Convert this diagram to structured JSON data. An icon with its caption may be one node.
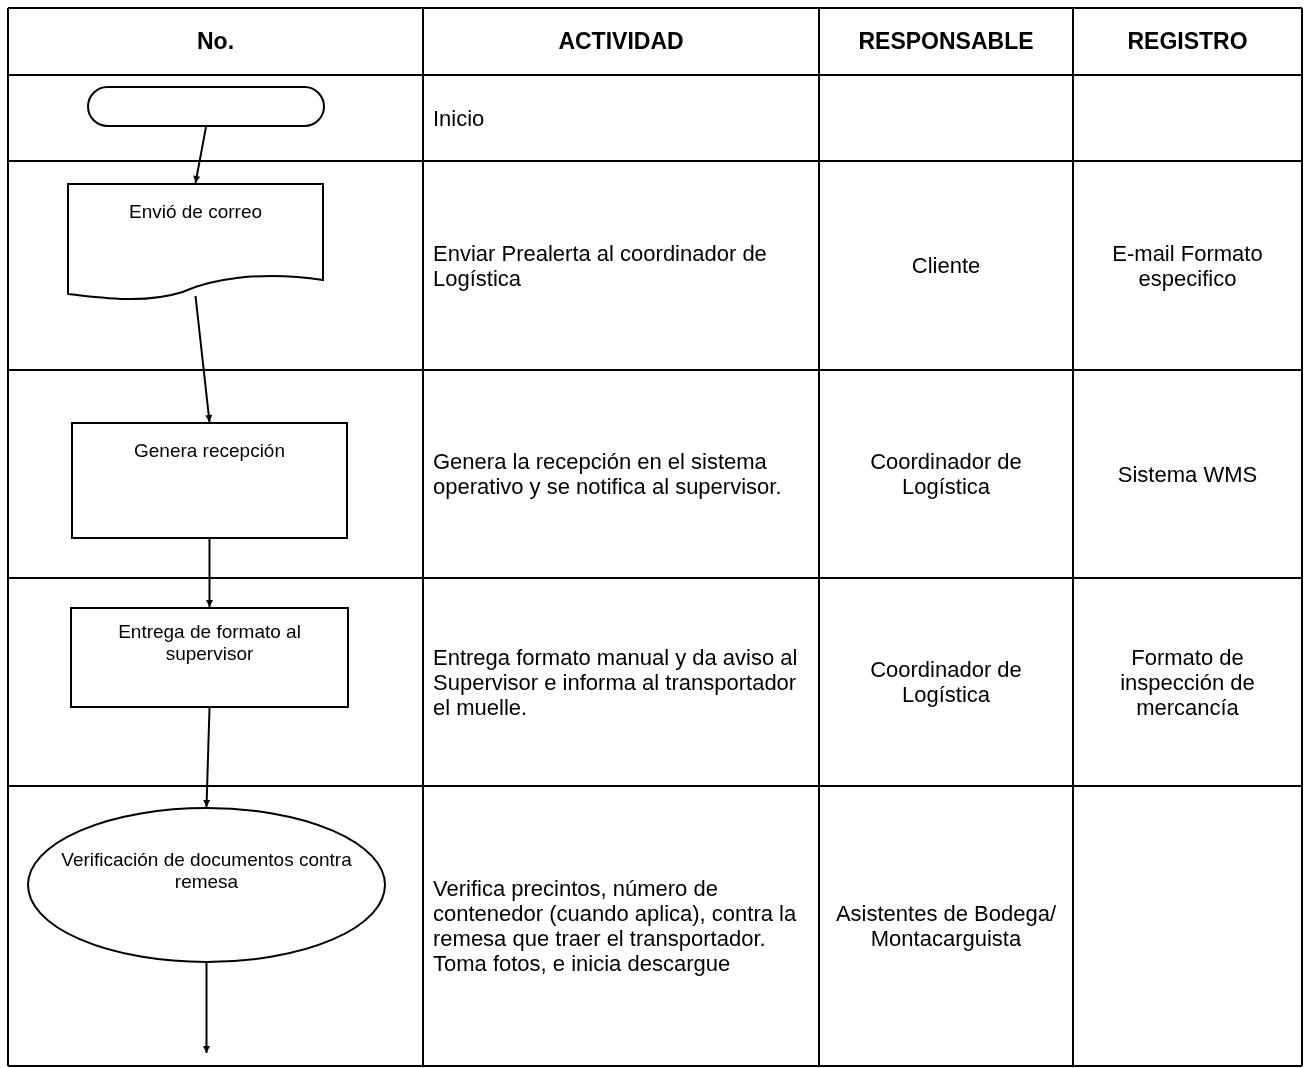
{
  "diagram": {
    "nodes": [
      {
        "text": [],
        "shape": "capsule"
      },
      {
        "text": [
          "Envió de correo"
        ]
      },
      {
        "text": [
          "Genera recepción"
        ]
      },
      {
        "text": [
          "Entrega de formato al supervisor"
        ]
      },
      {
        "text": [
          "Verificación de documentos contra remesa"
        ]
      }
    ],
    "edges": [
      {
        "from": 0,
        "to": 1,
        "arrow": "to"
      },
      {
        "from": 1,
        "to": 2,
        "arrow": "to"
      },
      {
        "from": 2,
        "to": 3,
        "arrow": "to"
      },
      {
        "from": 3,
        "to": 4,
        "arrow": "to"
      },
      {
        "from": 4,
        "to": null,
        "arrow": "to"
      }
    ],
    "labels": [
      "No.",
      "ACTIVIDAD",
      "RESPONSABLE",
      "REGISTRO",
      "Inicio",
      "Enviar Prealerta al coordinador de Logística",
      "Cliente",
      "E-mail Formato especifico",
      "Genera la recepción en el sistema operativo y se notifica al supervisor.",
      "Coordinador de Logística",
      "Sistema WMS",
      "Entrega formato manual y da aviso al Supervisor e informa al transportador el muelle.",
      "Coordinador de Logística",
      "Formato de inspección de mercancía",
      "Verifica precintos, número de contenedor (cuando aplica), contra la remesa que traer el transportador. Toma fotos, e inicia descargue",
      "Asistentes de Bodega/ Montacarguista"
    ]
  }
}
